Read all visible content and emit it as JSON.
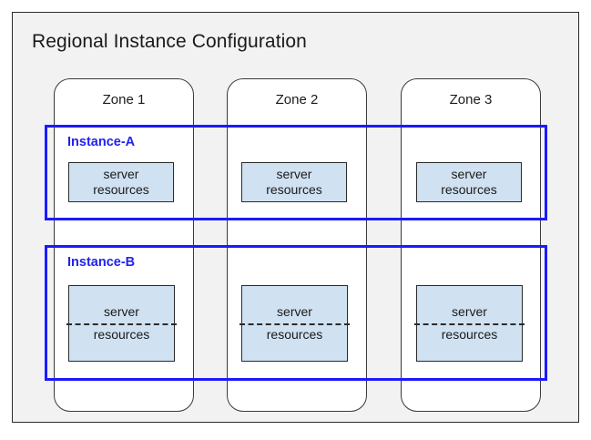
{
  "region": {
    "title": "Regional Instance Configuration"
  },
  "zones": [
    {
      "label": "Zone 1"
    },
    {
      "label": "Zone 2"
    },
    {
      "label": "Zone 3"
    }
  ],
  "instances": [
    {
      "label": "Instance-A",
      "resources": [
        {
          "line1": "server",
          "line2": "resources"
        },
        {
          "line1": "server",
          "line2": "resources"
        },
        {
          "line1": "server",
          "line2": "resources"
        }
      ]
    },
    {
      "label": "Instance-B",
      "resources": [
        {
          "line1": "server",
          "line2": "resources"
        },
        {
          "line1": "server",
          "line2": "resources"
        },
        {
          "line1": "server",
          "line2": "resources"
        }
      ]
    }
  ],
  "colors": {
    "instance_border": "#1a1aff",
    "instance_label": "#2222ee",
    "resource_fill": "#d0e1f2",
    "region_fill": "#f2f2f2",
    "zone_fill": "#ffffff",
    "outline": "#2b2b2b"
  }
}
